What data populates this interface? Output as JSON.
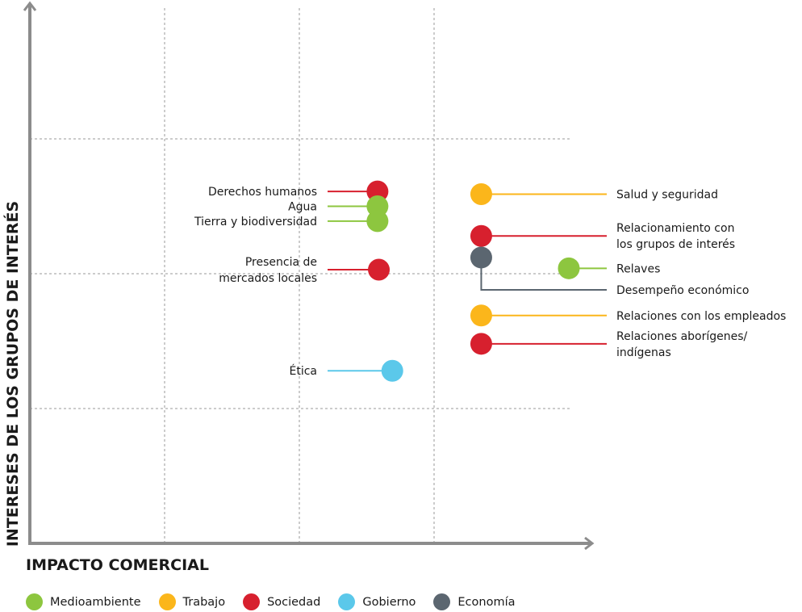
{
  "chart_data": {
    "type": "scatter",
    "xlabel": "IMPACTO COMERCIAL",
    "ylabel": "INTERESES DE LOS GRUPOS DE INTERÉS",
    "xlim": [
      0,
      4
    ],
    "ylim": [
      0,
      4
    ],
    "grid": true,
    "legend_position": "bottom",
    "categories": [
      {
        "key": "medioambiente",
        "name": "Medioambiente",
        "color": "#8dc63f"
      },
      {
        "key": "trabajo",
        "name": "Trabajo",
        "color": "#fbb61b"
      },
      {
        "key": "sociedad",
        "name": "Sociedad",
        "color": "#d7202e"
      },
      {
        "key": "gobierno",
        "name": "Gobierno",
        "color": "#5bc8ea"
      },
      {
        "key": "economia",
        "name": "Economía",
        "color": "#5b6670"
      }
    ],
    "points": [
      {
        "label": "Derechos humanos",
        "category": "sociedad",
        "x": 2.58,
        "y": 2.61,
        "side": "left"
      },
      {
        "label": "Agua",
        "category": "medioambiente",
        "x": 2.58,
        "y": 2.5,
        "side": "left"
      },
      {
        "label": "Tierra y biodiversidad",
        "category": "medioambiente",
        "x": 2.58,
        "y": 2.39,
        "side": "left"
      },
      {
        "label": "Presencia de mercados locales",
        "lines": [
          "Presencia de",
          "mercados locales"
        ],
        "category": "sociedad",
        "x": 2.59,
        "y": 2.03,
        "side": "left"
      },
      {
        "label": "Ética",
        "category": "gobierno",
        "x": 2.69,
        "y": 1.28,
        "side": "left"
      },
      {
        "label": "Salud y seguridad",
        "category": "trabajo",
        "x": 3.35,
        "y": 2.59,
        "side": "right"
      },
      {
        "label": "Relacionamiento con los grupos de interés",
        "lines": [
          "Relacionamiento con",
          "los grupos de interés"
        ],
        "category": "sociedad",
        "x": 3.35,
        "y": 2.28,
        "side": "right"
      },
      {
        "label": "Desempeño económico",
        "category": "economia",
        "x": 3.35,
        "y": 2.12,
        "side": "right",
        "elbow_y": 1.88
      },
      {
        "label": "Relaves",
        "category": "medioambiente",
        "x": 4.0,
        "y": 2.04,
        "side": "right"
      },
      {
        "label": "Relaciones con los empleados",
        "category": "trabajo",
        "x": 3.35,
        "y": 1.69,
        "side": "right"
      },
      {
        "label": "Relaciones aborígenes/ indígenas",
        "lines": [
          "Relaciones aborígenes/",
          "indígenas"
        ],
        "category": "sociedad",
        "x": 3.35,
        "y": 1.48,
        "side": "right"
      }
    ]
  }
}
